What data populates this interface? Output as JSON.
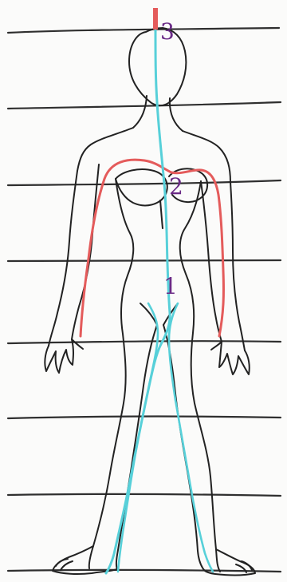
{
  "labels": {
    "marker_1": "1",
    "marker_2": "2",
    "marker_3": "3"
  },
  "colors": {
    "background": "#fbfbfa",
    "guide_line": "#2f2f2f",
    "figure_outline": "#222222",
    "center_line": "#57d0d9",
    "arm_path": "#e45b5b",
    "label": "#6a2a86"
  },
  "icons": {
    "figure": "female-figure-outline-icon"
  }
}
